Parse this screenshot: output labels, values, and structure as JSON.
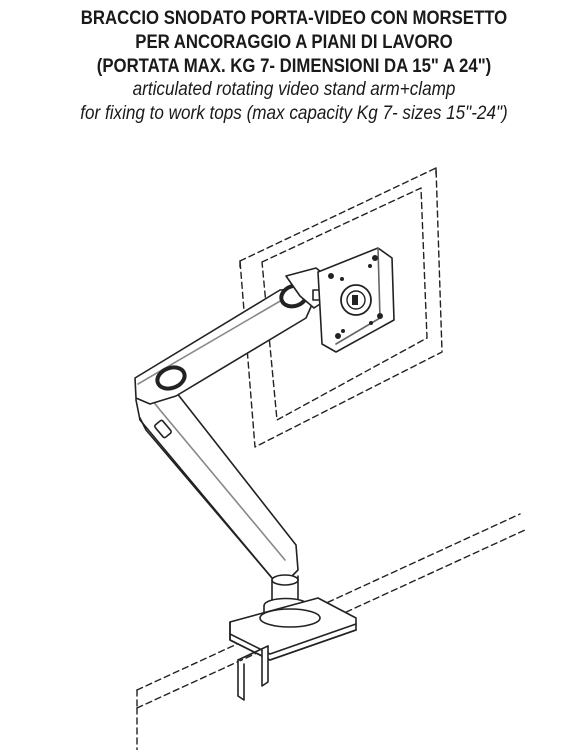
{
  "caption": {
    "italian_lines": [
      "BRACCIO SNODATO PORTA-VIDEO CON MORSETTO",
      "PER ANCORAGGIO A PIANI DI LAVORO",
      "(PORTATA MAX. KG 7- DIMENSIONI DA 15\" A 24\")"
    ],
    "english_lines": [
      "articulated rotating video stand arm+clamp",
      "for fixing to work tops (max capacity Kg 7- sizes 15\"-24\")"
    ]
  },
  "illustration": {
    "stroke_color": "#222222",
    "fill_color": "#ffffff",
    "accent_color": "#bcbcbc"
  }
}
